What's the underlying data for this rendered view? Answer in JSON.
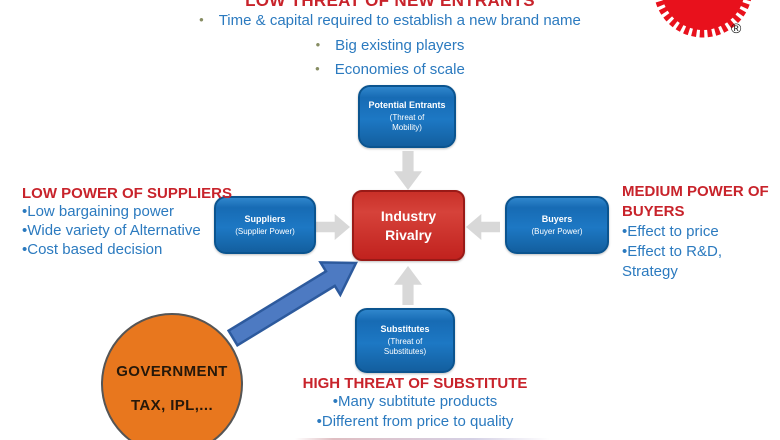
{
  "bullet_char": "•",
  "palette": {
    "red_text": "#c8232b",
    "blue_text": "#2b7abf",
    "blue_box_fill": "#1d78c4",
    "blue_box_border": "#0b548f",
    "red_box_fill": "#c1221e",
    "gray_arrow": "#d8d8d8",
    "blue_arrow_fill": "#4d7ac2",
    "blue_arrow_border": "#2d5a9d",
    "government_orange": "#e8771e",
    "seal_red": "#e8111c"
  },
  "top_section": {
    "heading": "LOW THREAT OF NEW ENTRANTS",
    "bullets": [
      "Time & capital required to establish a new brand name",
      "Big existing players",
      "Economies of scale"
    ]
  },
  "diagram": {
    "top_box": {
      "title": "Potential Entrants",
      "subtitle": "(Threat of Mobility)"
    },
    "left_box": {
      "title": "Suppliers",
      "subtitle": "(Supplier Power)"
    },
    "center_box": {
      "title": "Industry Rivalry"
    },
    "right_box": {
      "title": "Buyers",
      "subtitle": "(Buyer Power)"
    },
    "bottom_box": {
      "title": "Substitutes",
      "subtitle": "(Threat of Substitutes)"
    }
  },
  "left_section": {
    "heading": "LOW POWER OF SUPPLIERS",
    "bullets": [
      "•Low bargaining power",
      "•Wide variety of Alternative",
      "•Cost based decision"
    ]
  },
  "right_section": {
    "heading": "MEDIUM POWER OF BUYERS",
    "bullets": [
      "•Effect to price",
      "•Effect to R&D,",
      "Strategy"
    ]
  },
  "bottom_section": {
    "heading": "HIGH THREAT OF SUBSTITUTE",
    "bullets": [
      "•Many subtitute products",
      "•Different from price to quality"
    ]
  },
  "government_circle": {
    "line1": "GOVERNMENT",
    "line2": "TAX, IPL,..."
  },
  "logo": {
    "registered_mark": "®"
  }
}
